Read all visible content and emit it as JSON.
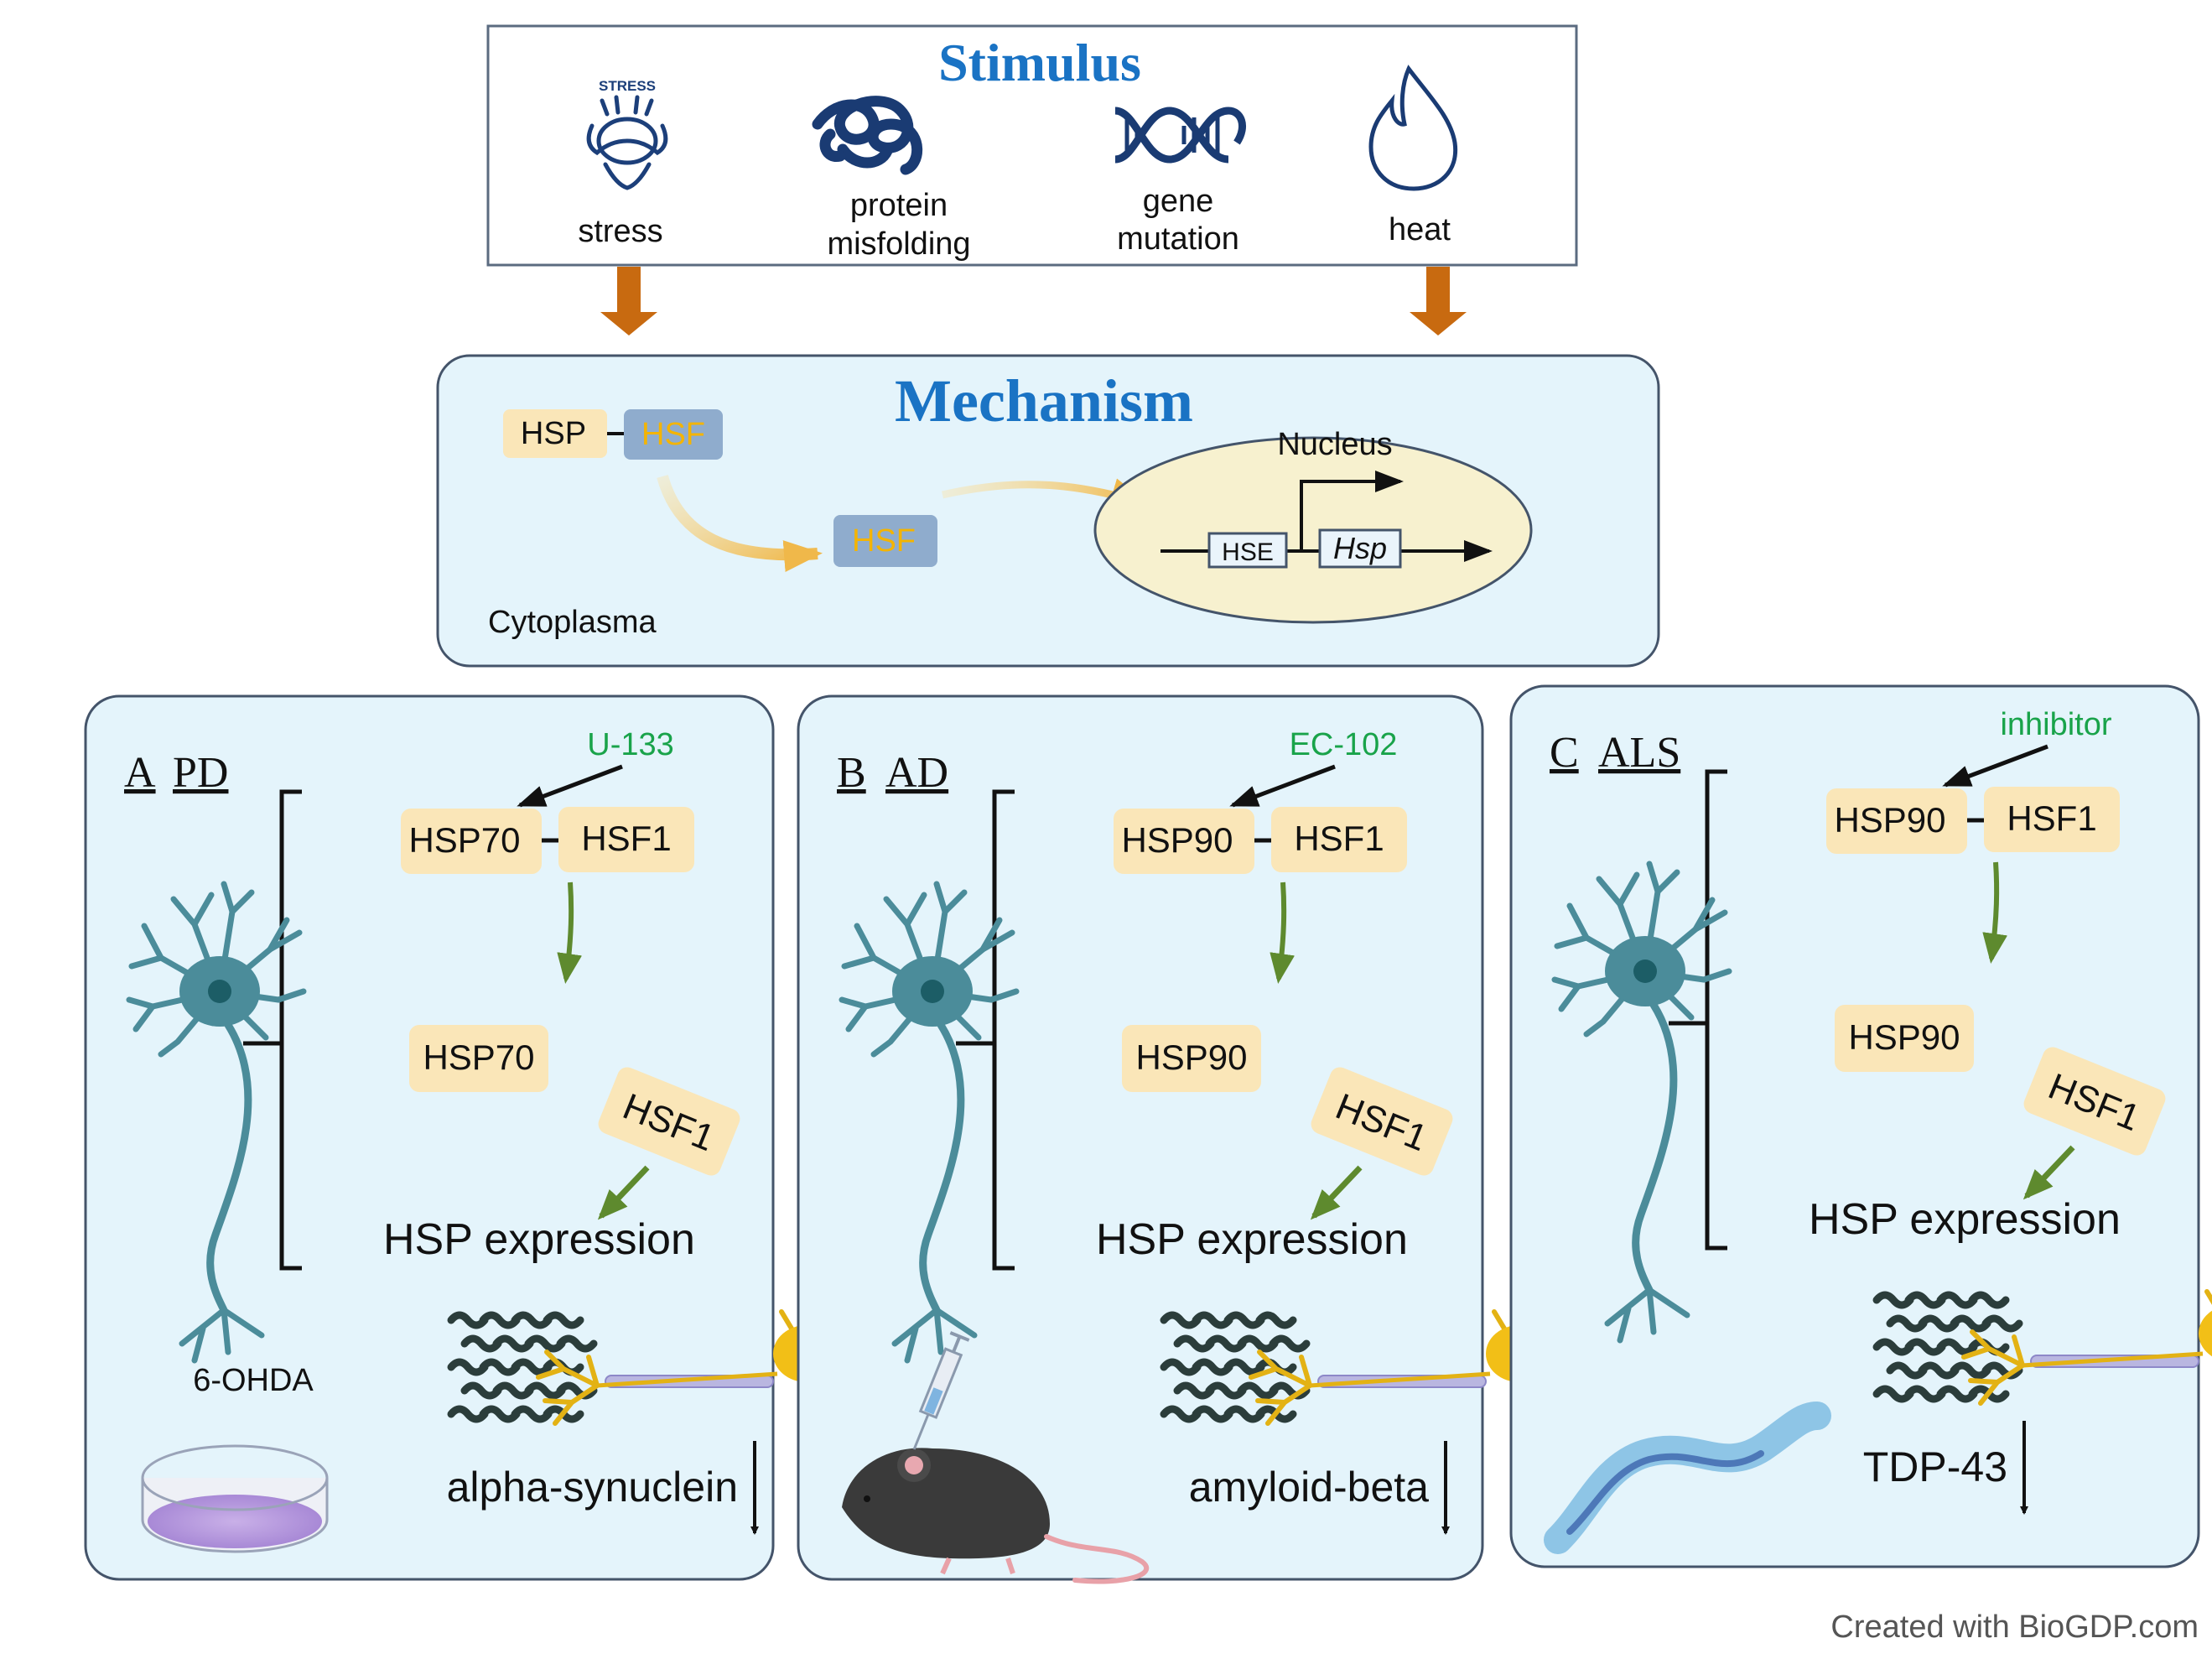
{
  "colors": {
    "title_blue": "#1a73c4",
    "panel_fill": "#e4f4fb",
    "panel_stroke": "#44546a",
    "hsp_fill": "#fae6b8",
    "hsf_fill": "#8faccd",
    "hsf_text": "#f4b400",
    "inhibitor_green": "#19a34a",
    "green_arrow": "#5e8a2e",
    "orange_arrow": "#c86a10",
    "neuron_teal": "#4b8c9a",
    "nucleus_fill": "#f7f1cf",
    "dark_text": "#111111"
  },
  "stimulus": {
    "title": "Stimulus",
    "stress_icon_text": "STRESS",
    "items": [
      {
        "label": "stress",
        "icon": "stress-head-icon"
      },
      {
        "label": "protein\nmisfolding",
        "label_line1": "protein",
        "label_line2": "misfolding",
        "icon": "tangled-protein-icon"
      },
      {
        "label_line1": "gene",
        "label_line2": "mutation",
        "icon": "dna-helix-icon"
      },
      {
        "label": "heat",
        "icon": "flame-icon"
      }
    ]
  },
  "mechanism": {
    "title": "Mechanism",
    "hsp_label": "HSP",
    "hsf_label": "HSF",
    "hsf_free_label": "HSF",
    "nucleus_label": "Nucleus",
    "hse_label": "HSE",
    "hsp_gene_label": "Hsp",
    "cytoplasm_label": "Cytoplasma"
  },
  "panels": [
    {
      "letter": "A",
      "disease": "PD",
      "inhibitor": "U-133",
      "hsp": "HSP70",
      "hsf": "HSF1",
      "hsp_free": "HSP70",
      "hsf_free": "HSF1",
      "expression": "HSP expression",
      "model_label": "6-OHDA",
      "model_icon": "petri-dish-icon",
      "protein": "alpha-synuclein"
    },
    {
      "letter": "B",
      "disease": "AD",
      "inhibitor": "EC-102",
      "hsp": "HSP90",
      "hsf": "HSF1",
      "hsp_free": "HSP90",
      "hsf_free": "HSF1",
      "expression": "HSP expression",
      "model_icon": "mouse-injection-icon",
      "protein": "amyloid-beta"
    },
    {
      "letter": "C",
      "disease": "ALS",
      "inhibitor": "inhibitor",
      "hsp": "HSP90",
      "hsf": "HSF1",
      "hsp_free": "HSP90",
      "hsf_free": "HSF1",
      "expression": "HSP expression",
      "model_icon": "worm-icon",
      "protein": "TDP-43"
    }
  ],
  "footer": {
    "credit": "Created with BioGDP.com"
  }
}
